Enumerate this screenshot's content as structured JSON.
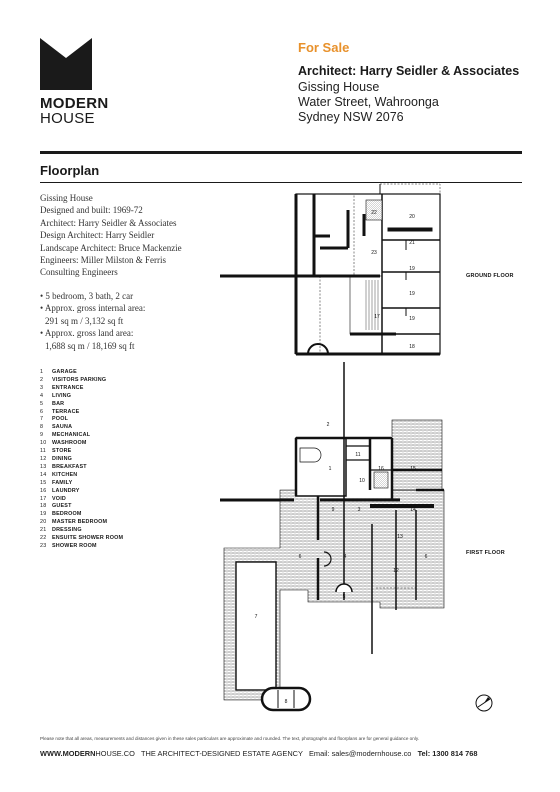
{
  "brand": {
    "line1": "MODERN",
    "line2": "HOUSE"
  },
  "header": {
    "status": "For Sale",
    "architect": "Architect: Harry Seidler & Associates",
    "address": [
      "Gissing House",
      "Water Street, Wahroonga",
      "Sydney NSW 2076"
    ],
    "status_color": "#e8912b"
  },
  "section_title": "Floorplan",
  "info_lines": [
    "Gissing House",
    "Designed and built: 1969-72",
    "Architect: Harry Seidler & Associates",
    "Design Architect: Harry Seidler",
    "Landscape Architect: Bruce Mackenzie",
    "Engineers: Miller Milston & Ferris",
    "Consulting Engineers"
  ],
  "bullets": [
    "• 5 bedroom, 3 bath, 2 car",
    "• Approx. gross internal area:",
    "  291 sq m / 3,132 sq ft",
    "• Approx. gross land area:",
    "  1,688 sq m / 18,169 sq ft"
  ],
  "legend": [
    {
      "n": "1",
      "label": "GARAGE"
    },
    {
      "n": "2",
      "label": "VISITORS PARKING"
    },
    {
      "n": "3",
      "label": "ENTRANCE"
    },
    {
      "n": "4",
      "label": "LIVING"
    },
    {
      "n": "5",
      "label": "BAR"
    },
    {
      "n": "6",
      "label": "TERRACE"
    },
    {
      "n": "7",
      "label": "POOL"
    },
    {
      "n": "8",
      "label": "SAUNA"
    },
    {
      "n": "9",
      "label": "MECHANICAL"
    },
    {
      "n": "10",
      "label": "WASHROOM"
    },
    {
      "n": "11",
      "label": "STORE"
    },
    {
      "n": "12",
      "label": "DINING"
    },
    {
      "n": "13",
      "label": "BREAKFAST"
    },
    {
      "n": "14",
      "label": "KITCHEN"
    },
    {
      "n": "15",
      "label": "FAMILY"
    },
    {
      "n": "16",
      "label": "LAUNDRY"
    },
    {
      "n": "17",
      "label": "VOID"
    },
    {
      "n": "18",
      "label": "GUEST"
    },
    {
      "n": "19",
      "label": "BEDROOM"
    },
    {
      "n": "20",
      "label": "MASTER BEDROOM"
    },
    {
      "n": "21",
      "label": "DRESSING"
    },
    {
      "n": "22",
      "label": "ENSUITE SHOWER ROOM"
    },
    {
      "n": "23",
      "label": "SHOWER ROOM"
    }
  ],
  "plan": {
    "ground_label": "GROUND FLOOR",
    "first_label": "FIRST FLOOR",
    "ground_rooms": [
      {
        "n": "22"
      },
      {
        "n": "20"
      },
      {
        "n": "21"
      },
      {
        "n": "23"
      },
      {
        "n": "19"
      },
      {
        "n": "19"
      },
      {
        "n": "19"
      },
      {
        "n": "17"
      },
      {
        "n": "18"
      }
    ],
    "first_rooms": [
      {
        "n": "2"
      },
      {
        "n": "11"
      },
      {
        "n": "1"
      },
      {
        "n": "10"
      },
      {
        "n": "16"
      },
      {
        "n": "15"
      },
      {
        "n": "9"
      },
      {
        "n": "3"
      },
      {
        "n": "14"
      },
      {
        "n": "13"
      },
      {
        "n": "4"
      },
      {
        "n": "6"
      },
      {
        "n": "6"
      },
      {
        "n": "12"
      },
      {
        "n": "5"
      },
      {
        "n": "7"
      },
      {
        "n": "8"
      }
    ]
  },
  "disclaimer": "Please note that all areas, measurements and distances given in these sales particulars are approximate and rounded. The text, photographs and floorplans are for general guidance only.",
  "footer": {
    "site_bold": "WWW.MODERN",
    "site_rest": "HOUSE.CO",
    "tagline": "THE ARCHITECT-DESIGNED ESTATE AGENCY",
    "email": "Email: sales@modernhouse.co",
    "tel": "Tel: 1300 814 768"
  }
}
